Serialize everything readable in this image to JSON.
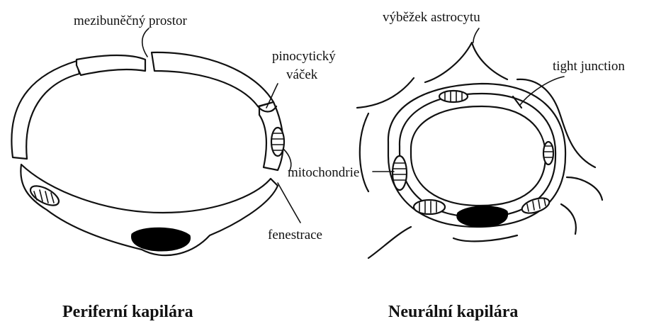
{
  "labels": {
    "intercellular_space": "mezibuněčný prostor",
    "pinocytic_vesicle_line1": "pinocytický",
    "pinocytic_vesicle_line2": "váček",
    "mitochondria": "mitochondrie",
    "fenestration": "fenestrace",
    "astrocyte_process": "výběžek astrocytu",
    "tight_junction": "tight junction"
  },
  "captions": {
    "peripheral": "Periferní kapilára",
    "neural": "Neurální kapilára"
  },
  "colors": {
    "line": "#111111",
    "nucleus": "#000000",
    "background": "#ffffff"
  }
}
